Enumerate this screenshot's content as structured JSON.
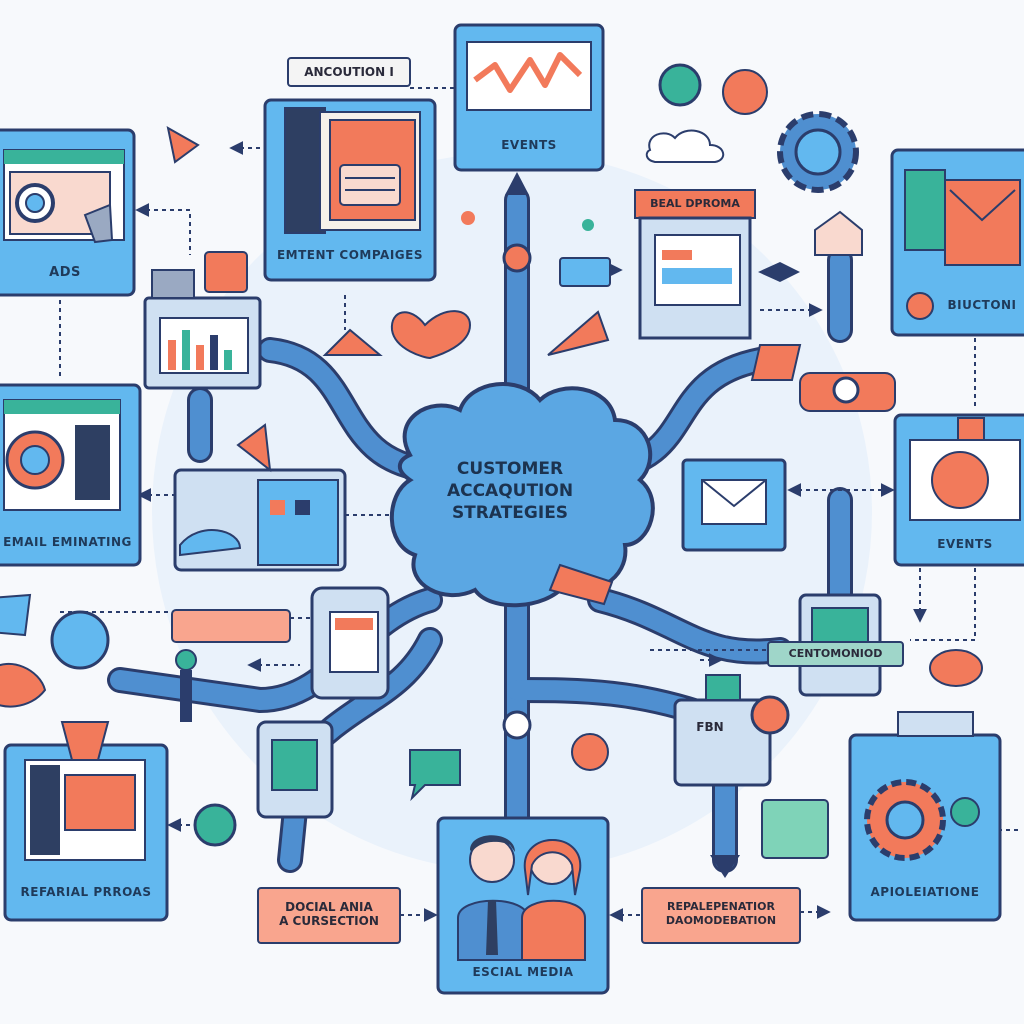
{
  "center": {
    "line1": "CUSTOMER",
    "line2": "ACCAQUTION",
    "line3": "STRATEGIES"
  },
  "nodes": {
    "ads": "ADS",
    "content_campaigns": "EMTENT COMPAIGES",
    "acquisition_tab": "ANCOUTION I",
    "events_top": "EVENTS",
    "real_promo": "BEAL DPROMA",
    "buttons": "BIUCTONI",
    "email_marketing": "EMAIL EMINATING",
    "events_right": "EVENTS",
    "customer_label": "CENTOMONIOD",
    "referral_programs": "REFARIAL PRROAS",
    "social_acquisition_line1": "DOCIAL ANIA",
    "social_acquisition_line2": "A CURSECTION",
    "social_media": "ESCIAL MEDIA",
    "refreshments_line1": "REPALEPENATIOR",
    "refreshments_line2": "DAOMODEBATION",
    "applications": "APIOLEIATIONE",
    "tablet_label": "FBN"
  },
  "colors": {
    "pipe": "#4f8fd0",
    "panel": "#62b8ef",
    "panel_border": "#2b3d6c",
    "accent": "#f27a5b",
    "teal": "#39b39a",
    "cloud": "#5ba7e3"
  }
}
